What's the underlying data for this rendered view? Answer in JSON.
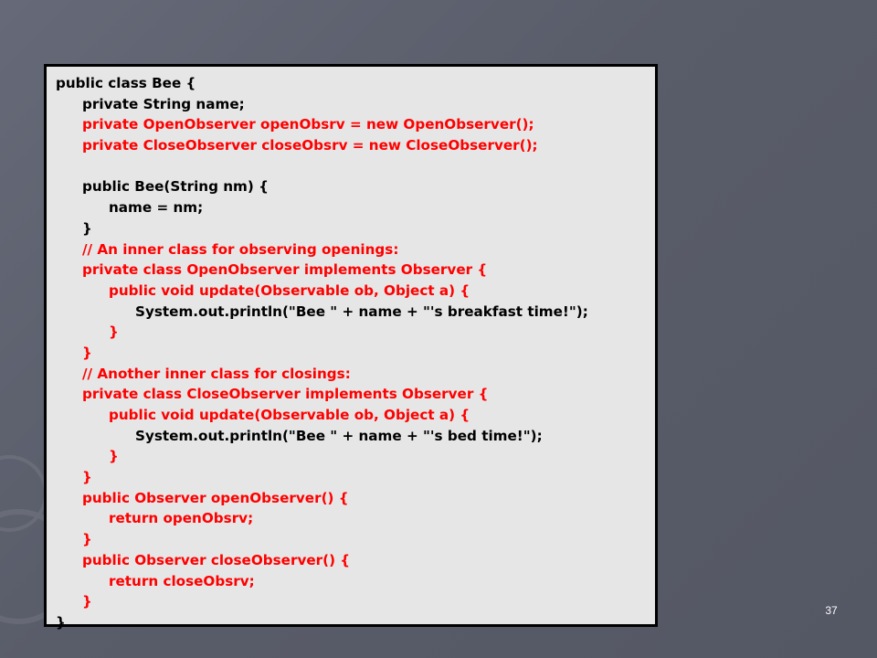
{
  "slide": {
    "page_number": "37",
    "colors": {
      "background": "#5c5f6c",
      "code_box_background": "#e6e6e6",
      "code_box_border": "#000000",
      "code_black": "#000000",
      "code_red": "#ff0000",
      "page_number": "#ffffff"
    }
  },
  "code": {
    "lines": [
      {
        "text": "public class Bee {",
        "color": "black",
        "indent": 0
      },
      {
        "text": "private String name;",
        "color": "black",
        "indent": 1
      },
      {
        "text": "private OpenObserver openObsrv = new OpenObserver();",
        "color": "red",
        "indent": 1
      },
      {
        "text": "private CloseObserver closeObsrv = new CloseObserver();",
        "color": "red",
        "indent": 1
      },
      {
        "text": "",
        "color": "black",
        "indent": 0
      },
      {
        "text": "public Bee(String nm) {",
        "color": "black",
        "indent": 1
      },
      {
        "text": "name = nm;",
        "color": "black",
        "indent": 2
      },
      {
        "text": "}",
        "color": "black",
        "indent": 1
      },
      {
        "text": "// An inner class for observing openings:",
        "color": "red",
        "indent": 1
      },
      {
        "text": "private class OpenObserver implements Observer {",
        "color": "red",
        "indent": 1
      },
      {
        "text": "public void update(Observable ob, Object a) {",
        "color": "red",
        "indent": 2
      },
      {
        "text": "System.out.println(\"Bee \" + name + \"'s breakfast time!\");",
        "color": "black",
        "indent": 3
      },
      {
        "text": "}",
        "color": "red",
        "indent": 2
      },
      {
        "text": "}",
        "color": "red",
        "indent": 1
      },
      {
        "text": "// Another inner class for closings:",
        "color": "red",
        "indent": 1
      },
      {
        "text": "private class CloseObserver implements Observer {",
        "color": "red",
        "indent": 1
      },
      {
        "text": "public void update(Observable ob, Object a) {",
        "color": "red",
        "indent": 2
      },
      {
        "text": "System.out.println(\"Bee \" + name + \"'s bed time!\");",
        "color": "black",
        "indent": 3
      },
      {
        "text": "}",
        "color": "red",
        "indent": 2
      },
      {
        "text": "}",
        "color": "red",
        "indent": 1
      },
      {
        "text": "public Observer openObserver() {",
        "color": "red",
        "indent": 1
      },
      {
        "text": "return openObsrv;",
        "color": "red",
        "indent": 2
      },
      {
        "text": "}",
        "color": "red",
        "indent": 1
      },
      {
        "text": "public Observer closeObserver() {",
        "color": "red",
        "indent": 1
      },
      {
        "text": "return closeObsrv;",
        "color": "red",
        "indent": 2
      },
      {
        "text": "}",
        "color": "red",
        "indent": 1
      },
      {
        "text": "}",
        "color": "black",
        "indent": 0
      }
    ]
  }
}
